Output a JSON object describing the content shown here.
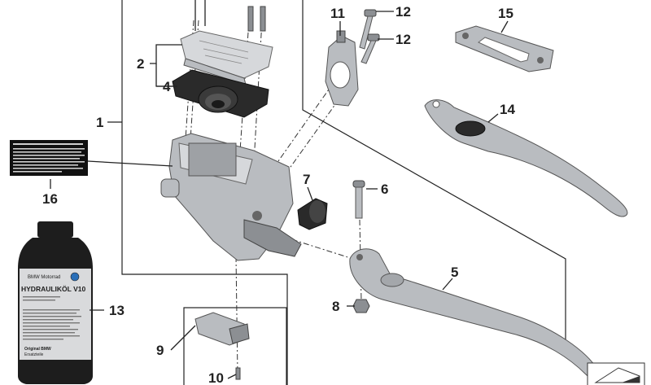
{
  "callouts": {
    "n1": "1",
    "n2": "2",
    "n4": "4",
    "n5": "5",
    "n6": "6",
    "n7": "7",
    "n8": "8",
    "n9": "9",
    "n10": "10",
    "n11": "11",
    "n12a": "12",
    "n12b": "12",
    "n13": "13",
    "n14": "14",
    "n15": "15",
    "n16": "16"
  },
  "bottle": {
    "brand": "BMW Motorrad",
    "product": "HYDRAULIKÖL V10",
    "footer_line1": "Original BMW",
    "footer_line2": "Ersatzteile"
  },
  "colors": {
    "metal": "#b9bcc0",
    "metal_dark": "#8c8f93",
    "rubber": "#2a2a2a",
    "line": "#222222"
  }
}
